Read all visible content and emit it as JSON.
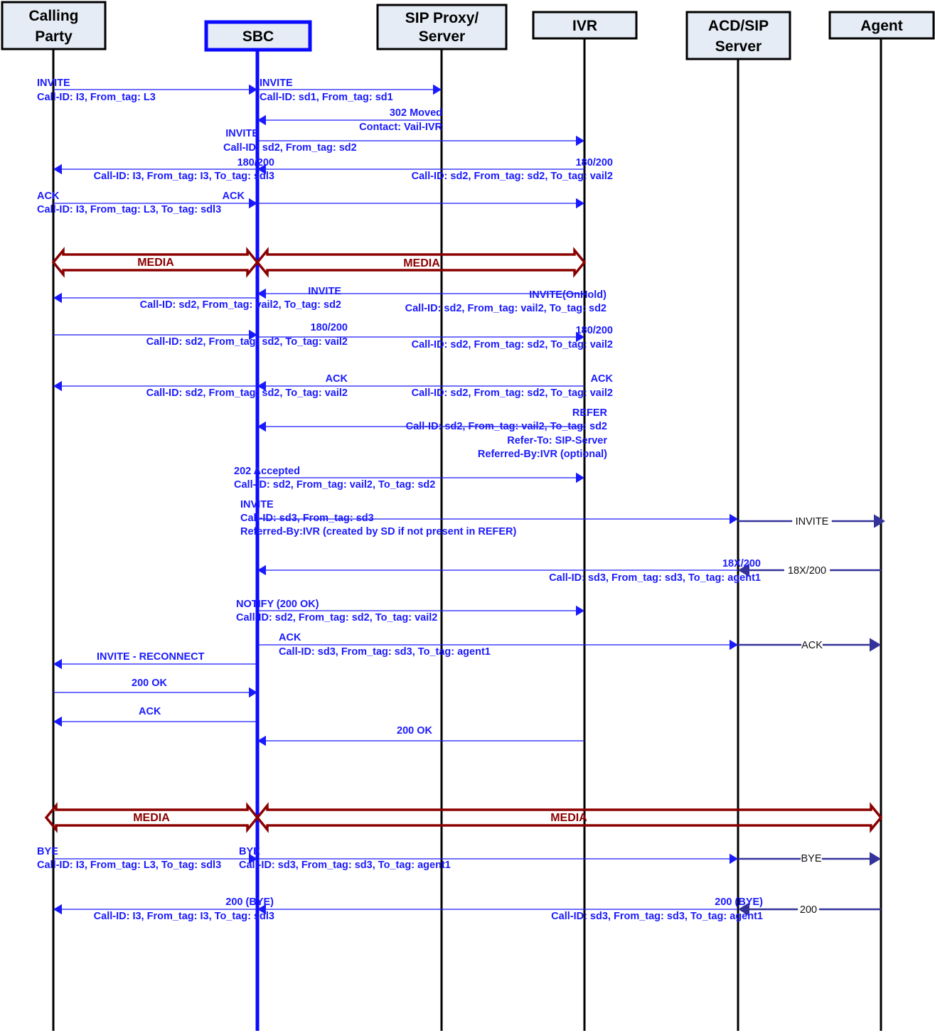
{
  "colors": {
    "message": "#1a1aff",
    "sbc": "#0a0aff",
    "media": "#8b0000",
    "agent_leg": "#333399",
    "lifeline": "#000000"
  },
  "participants": [
    {
      "id": "calling",
      "lines": [
        "Calling",
        "Party"
      ]
    },
    {
      "id": "sbc",
      "lines": [
        "SBC"
      ]
    },
    {
      "id": "sip",
      "lines": [
        "SIP Proxy/",
        "Server"
      ]
    },
    {
      "id": "ivr",
      "lines": [
        "IVR"
      ]
    },
    {
      "id": "acd",
      "lines": [
        "ACD/SIP",
        "Server"
      ]
    },
    {
      "id": "agent",
      "lines": [
        "Agent"
      ]
    }
  ],
  "messages": [
    {
      "arrows": [
        {
          "from": "calling",
          "to": "sbc"
        },
        {
          "from": "sbc",
          "to": "sip"
        }
      ],
      "labels": [
        "INVITE",
        "Call-ID: I3, From_tag: L3",
        "INVITE",
        "Call-ID: sd1, From_tag: sd1"
      ]
    },
    {
      "arrows": [
        {
          "from": "sip",
          "to": "sbc"
        }
      ],
      "labels": [
        "302 Moved",
        "Contact: Vail-IVR"
      ]
    },
    {
      "arrows": [
        {
          "from": "sbc",
          "to": "ivr"
        }
      ],
      "labels": [
        "INVITE",
        "Call-ID: sd2, From_tag: sd2"
      ]
    },
    {
      "arrows": [
        {
          "from": "ivr",
          "to": "sbc"
        },
        {
          "from": "sbc",
          "to": "calling"
        }
      ],
      "labels": [
        "180/200",
        "Call-ID: I3, From_tag: I3, To_tag: sdl3",
        "180/200",
        "Call-ID: sd2, From_tag: sd2, To_tag: vail2"
      ]
    },
    {
      "arrows": [
        {
          "from": "calling",
          "to": "sbc"
        },
        {
          "from": "sbc",
          "to": "ivr"
        }
      ],
      "labels": [
        "ACK",
        "Call-ID: I3, From_tag: L3, To_tag: sdl3",
        "ACK"
      ]
    },
    {
      "media": true,
      "arrows": [
        {
          "from": "calling",
          "to": "sbc"
        },
        {
          "from": "sbc",
          "to": "ivr"
        }
      ],
      "labels": [
        "MEDIA",
        "MEDIA"
      ]
    },
    {
      "arrows": [
        {
          "from": "ivr",
          "to": "sbc"
        },
        {
          "from": "sbc",
          "to": "calling"
        }
      ],
      "labels": [
        "INVITE",
        "Call-ID: sd2, From_tag: vail2, To_tag: sd2",
        "INVITE(OnHold)",
        "Call-ID: sd2, From_tag: vail2, To_tag: sd2"
      ]
    },
    {
      "arrows": [
        {
          "from": "calling",
          "to": "sbc"
        },
        {
          "from": "sbc",
          "to": "ivr"
        }
      ],
      "labels": [
        "180/200",
        "Call-ID: sd2, From_tag: sd2, To_tag: vail2",
        "180/200",
        "Call-ID: sd2, From_tag: sd2, To_tag: vail2"
      ]
    },
    {
      "arrows": [
        {
          "from": "ivr",
          "to": "sbc"
        },
        {
          "from": "sbc",
          "to": "calling"
        }
      ],
      "labels": [
        "ACK",
        "Call-ID: sd2, From_tag: sd2, To_tag: vail2",
        "ACK",
        "Call-ID: sd2, From_tag: sd2, To_tag: vail2"
      ]
    },
    {
      "arrows": [
        {
          "from": "ivr",
          "to": "sbc"
        }
      ],
      "labels": [
        "REFER",
        "Call-ID: sd2, From_tag: vail2, To_tag: sd2",
        "Refer-To: SIP-Server",
        "Referred-By:IVR (optional)"
      ]
    },
    {
      "arrows": [
        {
          "from": "sbc",
          "to": "ivr"
        }
      ],
      "labels": [
        "202 Accepted",
        "Call-ID: sd2, From_tag: vail2, To_tag: sd2"
      ]
    },
    {
      "arrows": [
        {
          "from": "sbc",
          "to": "acd"
        },
        {
          "from": "acd",
          "to": "agent"
        }
      ],
      "labels": [
        "INVITE",
        "Call-ID: sd3, From_tag: sd3",
        "Referred-By:IVR (created by SD if not present in REFER)",
        "INVITE"
      ]
    },
    {
      "arrows": [
        {
          "from": "agent",
          "to": "acd"
        },
        {
          "from": "acd",
          "to": "sbc"
        }
      ],
      "labels": [
        "18X/200",
        "Call-ID: sd3, From_tag: sd3, To_tag: agent1",
        "18X/200"
      ]
    },
    {
      "arrows": [
        {
          "from": "sbc",
          "to": "ivr"
        }
      ],
      "labels": [
        "NOTIFY (200 OK)",
        "Call-ID: sd2, From_tag: sd2, To_tag: vail2"
      ]
    },
    {
      "arrows": [
        {
          "from": "sbc",
          "to": "acd"
        },
        {
          "from": "acd",
          "to": "agent"
        }
      ],
      "labels": [
        "ACK",
        "Call-ID: sd3, From_tag: sd3, To_tag: agent1",
        "ACK"
      ]
    },
    {
      "arrows": [
        {
          "from": "sbc",
          "to": "calling"
        }
      ],
      "labels": [
        "INVITE - RECONNECT"
      ]
    },
    {
      "arrows": [
        {
          "from": "calling",
          "to": "sbc"
        }
      ],
      "labels": [
        "200 OK"
      ]
    },
    {
      "arrows": [
        {
          "from": "sbc",
          "to": "calling"
        }
      ],
      "labels": [
        "ACK"
      ]
    },
    {
      "arrows": [
        {
          "from": "ivr",
          "to": "sbc"
        }
      ],
      "labels": [
        "200 OK"
      ]
    },
    {
      "media": true,
      "arrows": [
        {
          "from": "calling",
          "to": "sbc"
        },
        {
          "from": "sbc",
          "to": "agent"
        }
      ],
      "labels": [
        "MEDIA",
        "MEDIA"
      ]
    },
    {
      "arrows": [
        {
          "from": "calling",
          "to": "sbc"
        },
        {
          "from": "sbc",
          "to": "acd"
        },
        {
          "from": "acd",
          "to": "agent"
        }
      ],
      "labels": [
        "BYE",
        "Call-ID: I3, From_tag: L3, To_tag: sdl3",
        "BYE",
        "Call-ID: sd3, From_tag: sd3, To_tag: agent1",
        "BYE"
      ]
    },
    {
      "arrows": [
        {
          "from": "agent",
          "to": "acd"
        },
        {
          "from": "acd",
          "to": "sbc"
        },
        {
          "from": "sbc",
          "to": "calling"
        }
      ],
      "labels": [
        "200 (BYE)",
        "Call-ID: I3, From_tag: I3, To_tag: sdl3",
        "200 (BYE)",
        "Call-ID: sd3, From_tag: sd3, To_tag: agent1",
        "200"
      ]
    }
  ]
}
